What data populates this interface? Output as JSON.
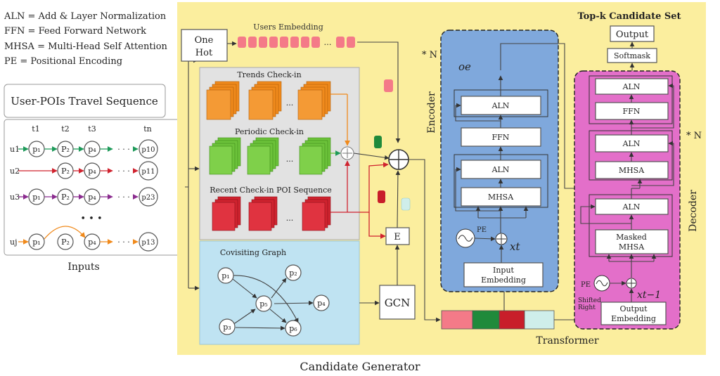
{
  "legend": [
    "ALN = Add & Layer Normalization",
    "FFN = Feed Forward Network",
    "MHSA = Multi-Head Self Attention",
    "PE = Positional Encoding"
  ],
  "inputs": {
    "sequence_title": "User-POIs  Travel Sequence",
    "caption": "Inputs",
    "times": [
      "t1",
      "t2",
      "t3",
      "tn"
    ],
    "users": [
      "u1",
      "u2",
      "u3",
      "uj"
    ],
    "last_pois": [
      "p10",
      "p11",
      "p23",
      "p13"
    ],
    "ellipsis": "• • •",
    "dots": "· · ·"
  },
  "generator": {
    "caption": "Candidate Generator",
    "one_hot": [
      "One",
      "Hot"
    ],
    "users_embedding": "Users Embedding",
    "trends": "Trends Check-in",
    "periodic": "Periodic Check-in",
    "recent": "Recent Check-in POI Sequence",
    "covisiting": "Covisiting Graph",
    "gcn": "GCN",
    "e": "E",
    "graph_nodes": [
      "p1",
      "p2",
      "p3",
      "p4",
      "p5",
      "p6"
    ]
  },
  "encoder": {
    "label": "Encoder",
    "times_n": "* N",
    "output_symbol": "oe",
    "aln_top": "ALN",
    "ffn": "FFN",
    "aln_mid": "ALN",
    "mhsa": "MHSA",
    "pe": "PE",
    "xt": "xt",
    "input_embedding": [
      "Input",
      "Embedding"
    ]
  },
  "decoder": {
    "label": "Decoder",
    "times_n": "* N",
    "aln1": "ALN",
    "ffn": "FFN",
    "aln2": "ALN",
    "mhsa": "MHSA",
    "aln3": "ALN",
    "masked_mhsa": [
      "Masked",
      "MHSA"
    ],
    "pe": "PE",
    "xt1": "xt−1",
    "shifted_right": [
      "Shifted",
      "Right"
    ],
    "output_embedding": [
      "Output",
      "Embedding"
    ]
  },
  "topk": {
    "title": "Top-k Candidate Set",
    "output": "Output",
    "softmask": "Softmask"
  },
  "transformer_label": "Transformer",
  "colors": {
    "generator_bg": "#fbee9e",
    "encoder_bg": "#7fa8dc",
    "decoder_bg": "#e36fc9",
    "orange": "#f08a1c",
    "green": "#6cc23a",
    "red": "#d0232f",
    "pink": "#f47a88",
    "darkgreen": "#1f8a3b",
    "lightcyan": "#cfeeea"
  }
}
